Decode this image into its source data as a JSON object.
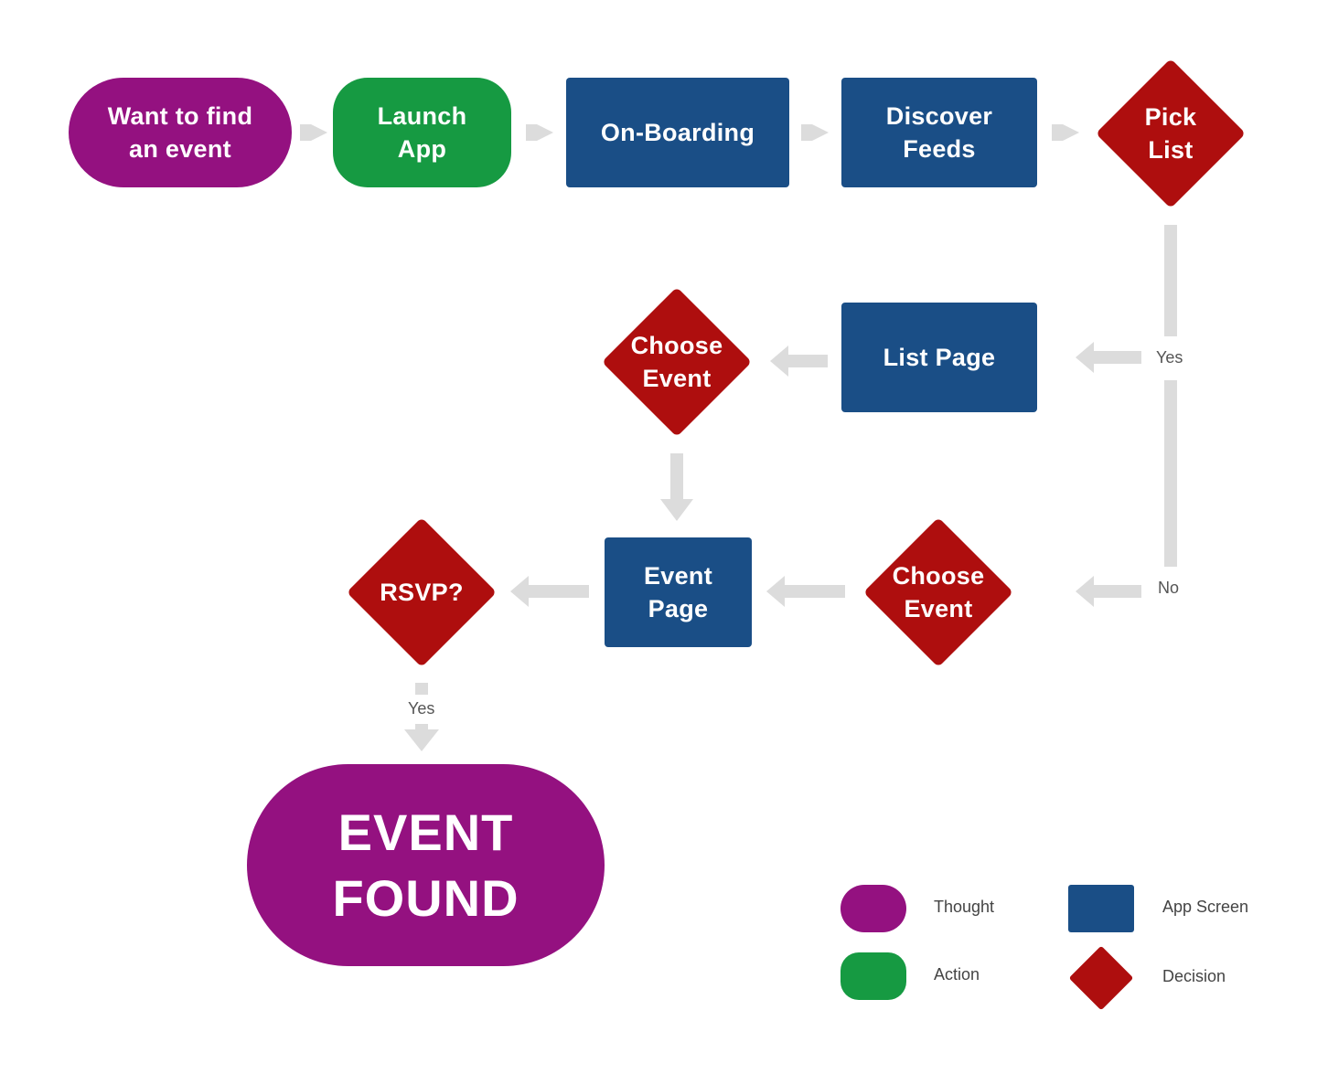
{
  "colors": {
    "thought": "#941180",
    "action": "#169A42",
    "screen": "#1A4E86",
    "decision": "#AE0E0E",
    "connector": "#DCDCDC"
  },
  "nodes": {
    "want_to_find": "Want to find\nan event",
    "launch_app": "Launch\nApp",
    "onboarding": "On-Boarding",
    "discover_feeds": "Discover\nFeeds",
    "pick_list": "Pick\nList",
    "list_page": "List Page",
    "choose_event_top": "Choose\nEvent",
    "choose_event_bottom": "Choose\nEvent",
    "event_page": "Event\nPage",
    "rsvp": "RSVP?",
    "event_found": "EVENT\nFOUND"
  },
  "edge_labels": {
    "yes_list": "Yes",
    "no_list": "No",
    "yes_rsvp": "Yes"
  },
  "legend": {
    "thought": "Thought",
    "action": "Action",
    "app_screen": "App Screen",
    "decision": "Decision"
  }
}
